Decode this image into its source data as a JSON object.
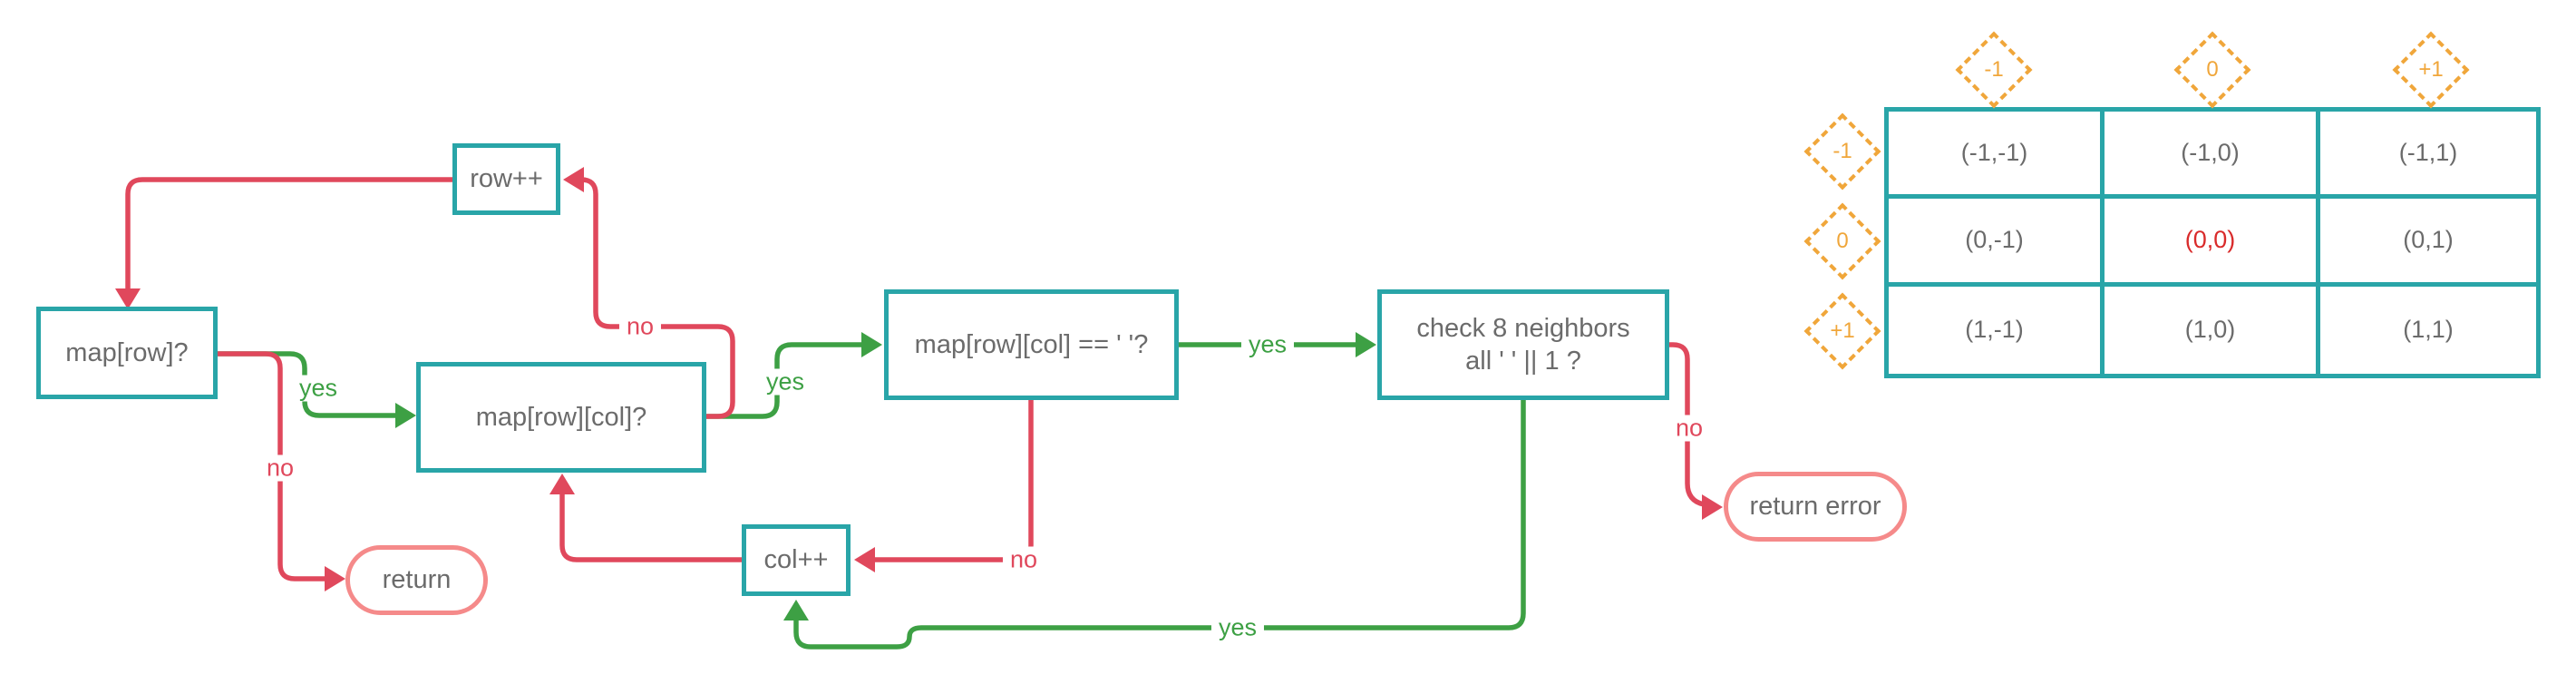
{
  "flowchart": {
    "nodes": {
      "row_inc": "row++",
      "map_row": "map[row]?",
      "map_row_col": "map[row][col]?",
      "map_row_col_eq_space": "map[row][col] == ' '?",
      "check_neighbors_line1": "check 8 neighbors",
      "check_neighbors_line2": "all ' ' || 1 ?",
      "col_inc": "col++",
      "return_ok": "return",
      "return_error": "return error"
    },
    "edge_labels": {
      "map_row_yes": "yes",
      "map_row_no": "no",
      "map_row_col_no": "no",
      "map_row_col_yes": "yes",
      "eq_space_yes": "yes",
      "eq_space_no": "no",
      "check_neighbors_yes": "yes",
      "check_neighbors_no": "no"
    },
    "colors": {
      "node_border": "#29a5a8",
      "yes_edge": "#3da044",
      "no_edge": "#e0485c",
      "pill_border": "#f58a8a",
      "node_text": "#6b6b6b"
    }
  },
  "neighbor_table": {
    "column_headers": [
      "-1",
      "0",
      "+1"
    ],
    "row_headers": [
      "-1",
      "0",
      "+1"
    ],
    "cells": [
      [
        "(-1,-1)",
        "(-1,0)",
        "(-1,1)"
      ],
      [
        "(0,-1)",
        "(0,0)",
        "(0,1)"
      ],
      [
        "(1,-1)",
        "(1,0)",
        "(1,1)"
      ]
    ],
    "highlighted_cell": "(0,0)",
    "header_accent": "#f0a63a",
    "highlight_color": "#d92b2b"
  }
}
